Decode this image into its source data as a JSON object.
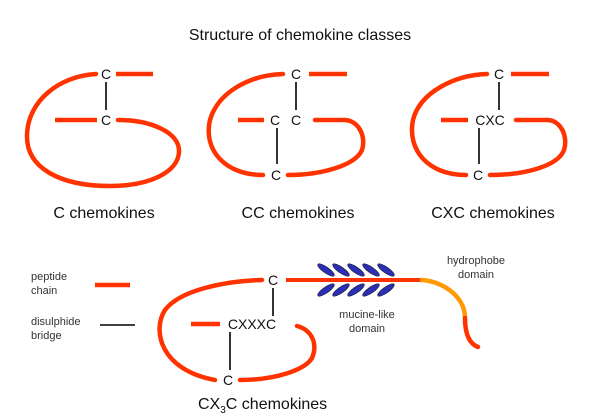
{
  "title": "Structure of chemokine classes",
  "colors": {
    "peptide_chain": "#ff3300",
    "disulphide_bridge": "#000000",
    "mucin_glycans": "#2b2fb3",
    "hydrophobe_domain": "#ff9900"
  },
  "legend": {
    "peptide_line1": "peptide",
    "peptide_line2": "chain",
    "bridge_line1": "disulphide",
    "bridge_line2": "bridge"
  },
  "classes": {
    "c": {
      "label": "C chemokines",
      "residues": [
        "C",
        "C"
      ]
    },
    "cc": {
      "label": "CC chemokines",
      "residues": [
        "C",
        "C",
        "C",
        "C"
      ]
    },
    "cxc": {
      "label": "CXC chemokines",
      "residues": [
        "C",
        "CXC",
        "C"
      ]
    },
    "cx3c": {
      "label_prefix": "CX",
      "label_sub": "3",
      "label_suffix": "C chemokines",
      "residues": [
        "C",
        "CXXXC",
        "C"
      ],
      "mucine_line1": "mucine-like",
      "mucine_line2": "domain",
      "hydrophobe_line1": "hydrophobe",
      "hydrophobe_line2": "domain"
    }
  }
}
